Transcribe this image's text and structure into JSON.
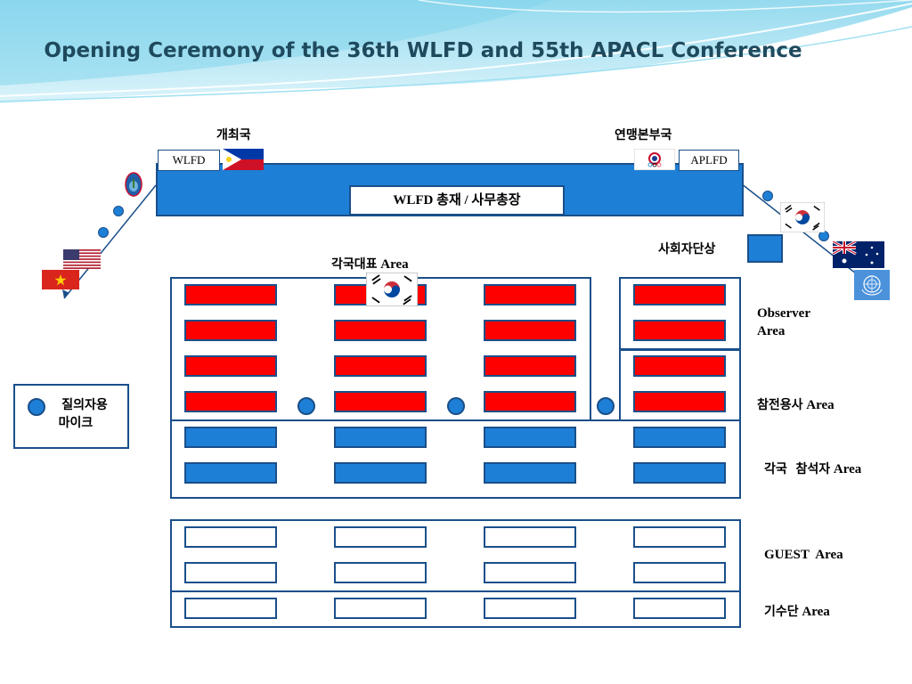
{
  "title": "Opening Ceremony of the 36th WLFD and 55th APACL Conference",
  "host_label": "개최국",
  "hq_label": "연맹본부국",
  "stage": {
    "left_tag": "WLFD",
    "right_tag": "APLFD",
    "center_label": "WLFD 총재 / 사무총장"
  },
  "emcee_label": "사회자단상",
  "delegates_label_kr": "각국대표",
  "delegates_label_en": "Area",
  "areas": {
    "observer": "Observer Area",
    "veterans_kr": "참전용사",
    "veterans_en": "Area",
    "attendees_kr": "각국  참석자",
    "attendees_en": "Area",
    "guest": "GUEST  Area",
    "flag_bearers_kr": "기수단",
    "flag_bearers_en": "Area"
  },
  "legend": {
    "line1": "질의자용",
    "line2": "마이크"
  },
  "colors": {
    "stage_blue": "#1e7fd6",
    "outline_navy": "#1a4f8a",
    "delegate_red": "#ff0000",
    "title_teal": "#1f4a5e"
  },
  "icons": [
    "guam-flag-icon",
    "usa-flag-icon",
    "vietnam-flag-icon",
    "philippines-flag-icon",
    "taiwan-flag-icon",
    "korea-flag-icon",
    "australia-flag-icon",
    "un-flag-icon"
  ]
}
